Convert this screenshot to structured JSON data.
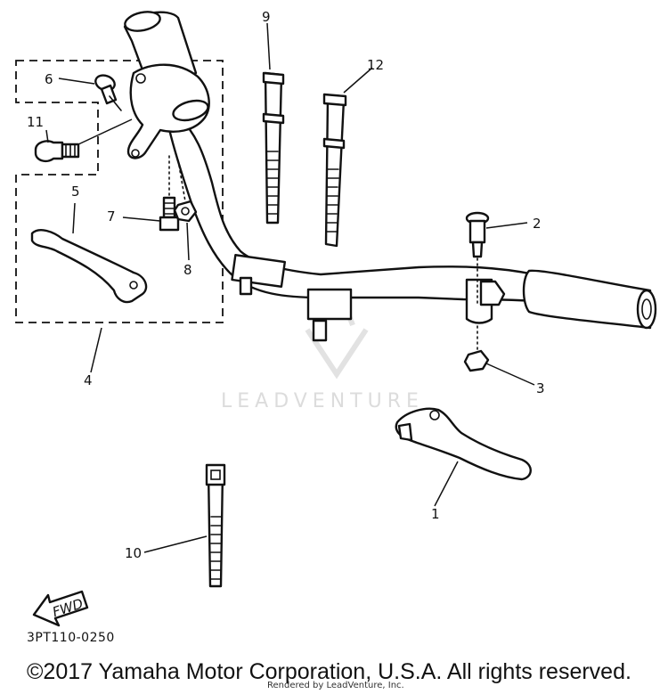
{
  "callouts": [
    {
      "id": "1",
      "label": "1"
    },
    {
      "id": "2",
      "label": "2"
    },
    {
      "id": "3",
      "label": "3"
    },
    {
      "id": "4",
      "label": "4"
    },
    {
      "id": "5",
      "label": "5"
    },
    {
      "id": "6",
      "label": "6"
    },
    {
      "id": "7",
      "label": "7"
    },
    {
      "id": "8",
      "label": "8"
    },
    {
      "id": "9",
      "label": "9"
    },
    {
      "id": "10",
      "label": "10"
    },
    {
      "id": "11",
      "label": "11"
    },
    {
      "id": "12",
      "label": "12"
    }
  ],
  "fwd_label": "FWD",
  "diagram_code": "3PT110-0250",
  "copyright": "©2017 Yamaha Motor Corporation, U.S.A. All rights reserved.",
  "rendered_by": "Rendered by LeadVenture, Inc.",
  "watermark": "LEADVENTURE"
}
